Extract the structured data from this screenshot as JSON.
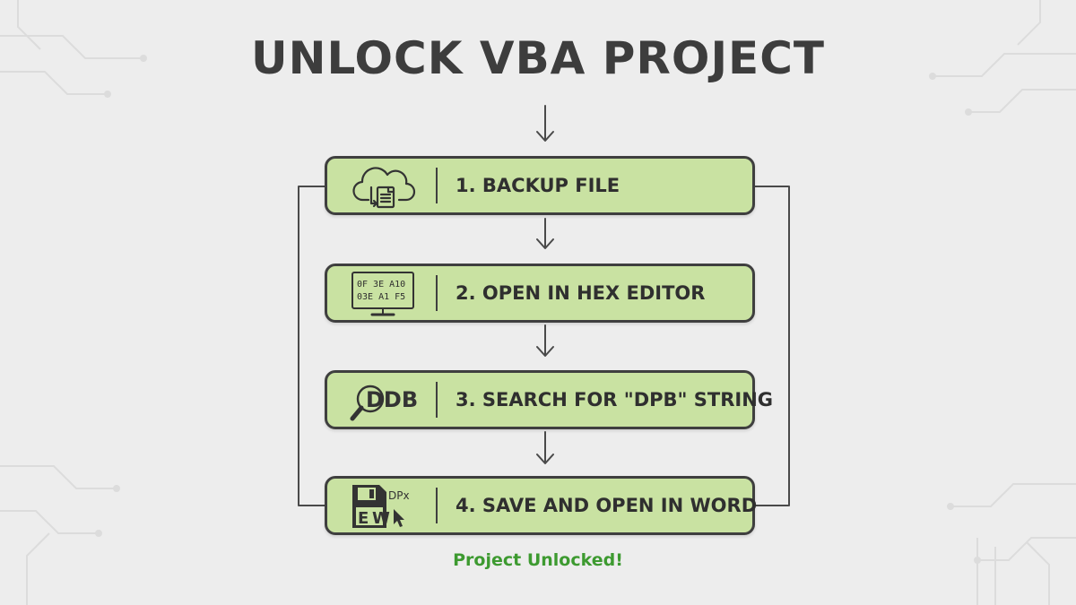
{
  "title": "UNLOCK VBA PROJECT",
  "steps": [
    {
      "label": "1. BACKUP FILE",
      "icon": "cloud-backup-file-icon"
    },
    {
      "label": "2. OPEN IN HEX EDITOR",
      "icon": "hex-editor-monitor-icon",
      "icon_text": [
        "0F 3E A10",
        "03E A1 F5"
      ]
    },
    {
      "label": "3. SEARCH FOR \"DPB\" STRING",
      "icon": "magnifier-search-icon",
      "icon_text": "DDB"
    },
    {
      "label": "4. SAVE AND OPEN IN WORD",
      "icon": "save-word-icon",
      "icon_text": [
        "DPx",
        "W"
      ]
    }
  ],
  "footer": "Project Unlocked!",
  "colors": {
    "step_fill": "#c9e2a2",
    "step_border": "#3f3f3f",
    "title": "#3d3d3d",
    "footer": "#3d9a30",
    "background": "#ededed"
  }
}
